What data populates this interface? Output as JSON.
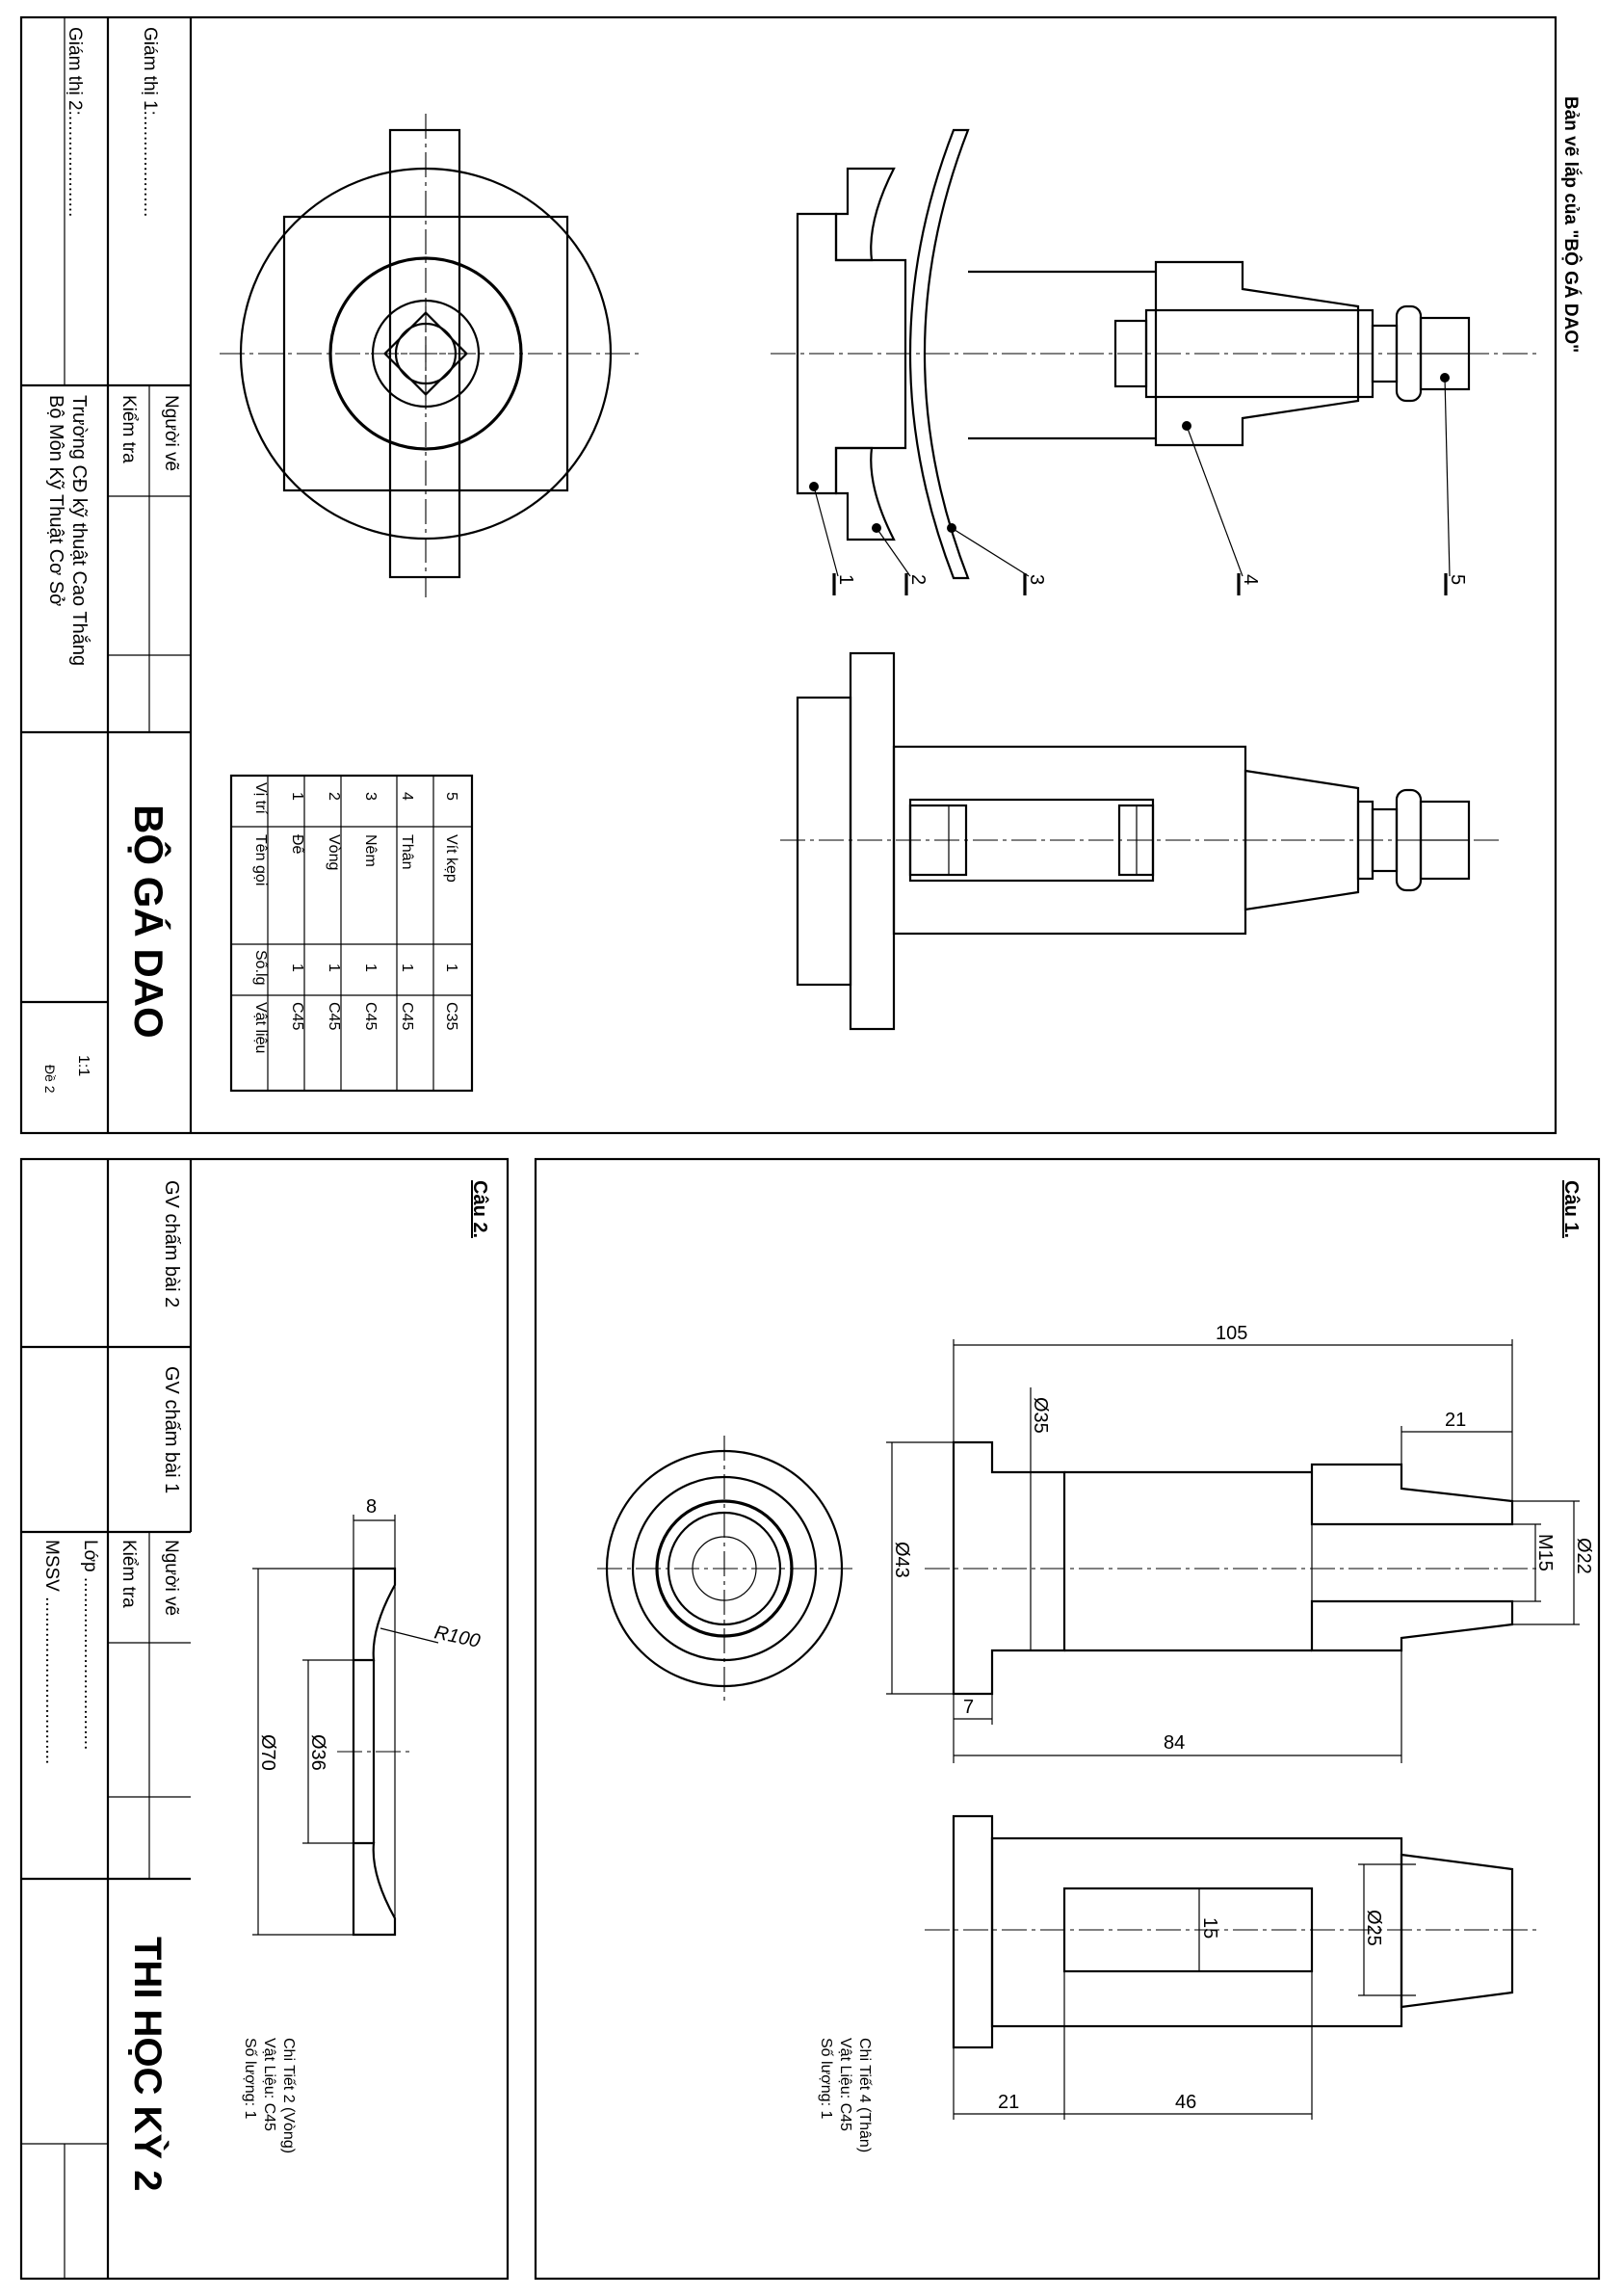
{
  "assembly": {
    "title": "Bản vẽ lắp của \"BỘ GÁ DAO\"",
    "part_labels": [
      "1",
      "2",
      "3",
      "4",
      "5"
    ]
  },
  "title_block_top": {
    "giam_thi_1": "Giám thị 1:....................",
    "giam_thi_2": "Giám thị 2:....................",
    "nguoi_ve": "Người vẽ",
    "kiem_tra": "Kiểm tra",
    "school": "Trường CĐ kỹ thuật Cao Thắng",
    "department": "Bộ Môn Kỹ Thuật Cơ Sở",
    "drawing_name": "BỘ GÁ DAO",
    "scale": "1:1",
    "sheet": "Đề 2"
  },
  "parts_list": {
    "headers": [
      "Vị trí",
      "Tên gọi",
      "Số.lg",
      "Vật liệu"
    ],
    "rows": [
      [
        "5",
        "Vít kẹp",
        "1",
        "C35"
      ],
      [
        "4",
        "Thân",
        "1",
        "C45"
      ],
      [
        "3",
        "Nêm",
        "1",
        "C45"
      ],
      [
        "2",
        "Vòng",
        "1",
        "C45"
      ],
      [
        "1",
        "Đế",
        "1",
        "C45"
      ]
    ]
  },
  "cau1": {
    "heading": "Câu 1.",
    "dims": {
      "d105": "105",
      "d21a": "21",
      "d35": "Ø35",
      "d43": "Ø43",
      "m15": "M15",
      "d22": "Ø22",
      "d7": "7",
      "d84": "84",
      "d15": "15",
      "d25": "Ø25",
      "d21b": "21",
      "d46": "46"
    },
    "note": [
      "Chi Tiết 4 (Thân)",
      "Vật Liệu: C45",
      "Số lượng: 1"
    ]
  },
  "cau2": {
    "heading": "Câu 2.",
    "dims": {
      "d8": "8",
      "r100": "R100",
      "d70": "Ø70",
      "d36": "Ø36"
    },
    "note": [
      "Chi Tiết 2 (Vòng)",
      "Vật Liệu: C45",
      "Số lượng: 1"
    ]
  },
  "title_block_bottom": {
    "gv2": "GV chấm bài 2",
    "gv1": "GV chấm bài 1",
    "nguoi_ve": "Người vẽ",
    "kiem_tra": "Kiểm tra",
    "lop": "Lớp ..................................",
    "mssv": "MSSV .................................",
    "exam_title": "THI HỌC KỲ 2"
  }
}
